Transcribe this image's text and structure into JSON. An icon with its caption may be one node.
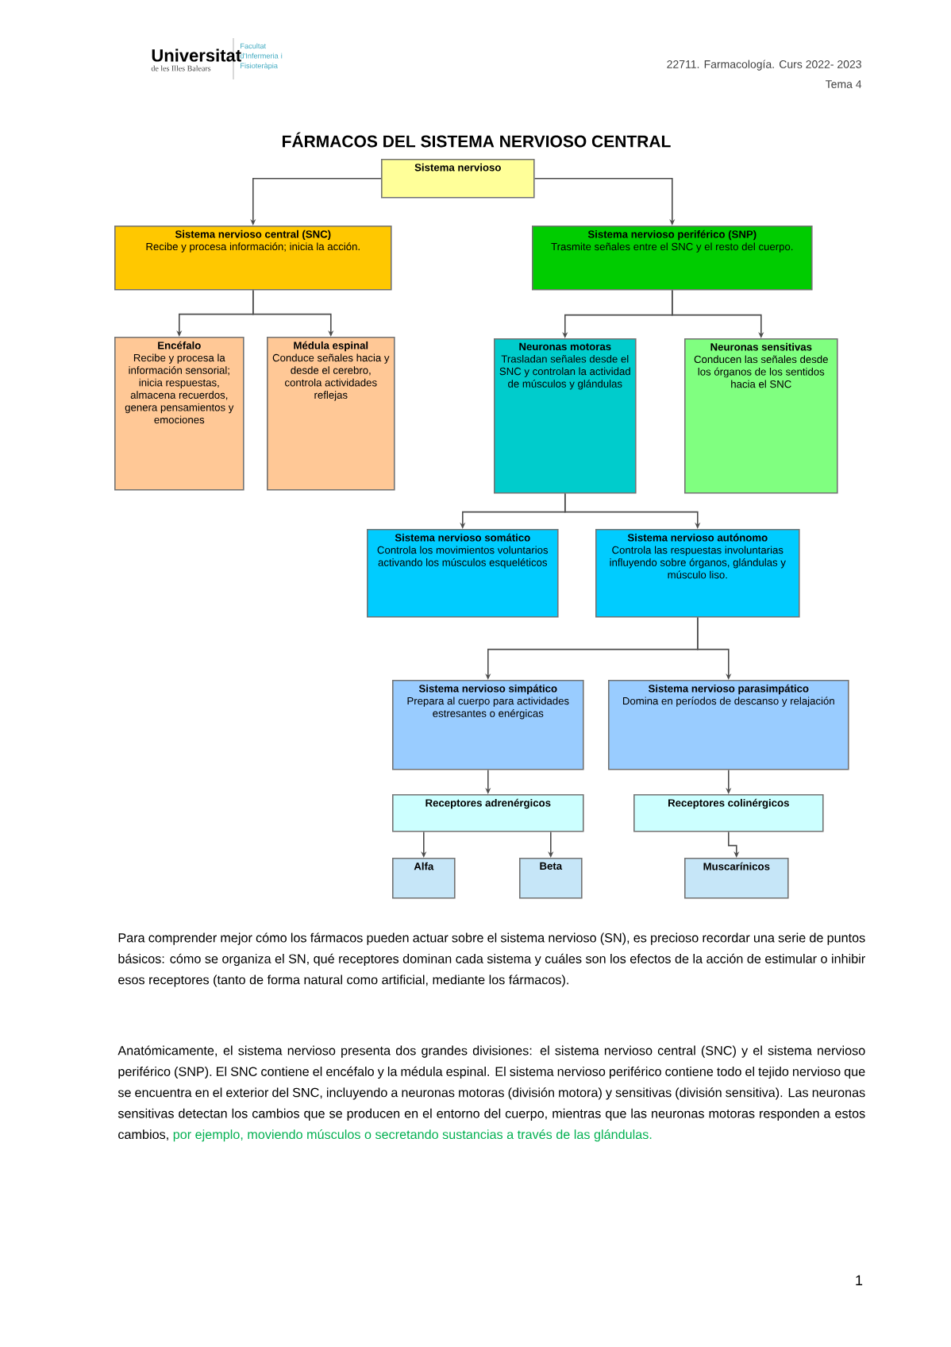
{
  "diagram": {
    "title": "FÁRMACOS DEL SISTEMA NERVIOSO CENTRAL",
    "nodes": [
      {
        "text": [
          "Sistema nervioso"
        ]
      },
      {
        "text": [
          "Sistema nervioso central (SNC)",
          "Recibe y procesa información; inicia la acción."
        ]
      },
      {
        "text": [
          "Sistema nervioso periférico (SNP)",
          "Trasmite señales entre el SNC y el resto del cuerpo."
        ]
      },
      {
        "text": [
          "Encéfalo",
          "Recibe y procesa la información sensorial; inicia respuestas, almacena recuerdos, genera pensamientos y emociones"
        ]
      },
      {
        "text": [
          "Médula espinal",
          "Conduce señales hacia y desde el cerebro, controla actividades reflejas"
        ]
      },
      {
        "text": [
          "Neuronas motoras",
          "Trasladan señales desde el SNC y controlan la actividad de músculos y glándulas"
        ]
      },
      {
        "text": [
          "Neuronas sensitivas",
          "Conducen las señales desde los órganos de los sentidos hacia el SNC"
        ]
      },
      {
        "text": [
          "Sistema nervioso somático",
          "Controla los movimientos voluntarios activando los músculos esqueléticos"
        ]
      },
      {
        "text": [
          "Sistema nervioso autónomo",
          "Controla las respuestas involuntarias influyendo sobre órganos, glándulas y músculo liso."
        ]
      },
      {
        "text": [
          "Sistema nervioso simpático",
          "Prepara al cuerpo para actividades estresantes o enérgicas"
        ]
      },
      {
        "text": [
          "Sistema nervioso parasimpático",
          "Domina en períodos de descanso y relajación"
        ]
      },
      {
        "text": [
          "Receptores adrenérgicos"
        ]
      },
      {
        "text": [
          "Receptores colinérgicos"
        ]
      },
      {
        "text": [
          "Alfa"
        ]
      },
      {
        "text": [
          "Beta"
        ]
      },
      {
        "text": [
          "Muscarínicos"
        ]
      }
    ],
    "edges": [
      {
        "from": 0,
        "to": 1,
        "arrow": "to"
      },
      {
        "from": 0,
        "to": 2,
        "arrow": "to"
      },
      {
        "from": 1,
        "to": 3,
        "arrow": "to"
      },
      {
        "from": 1,
        "to": 4,
        "arrow": "to"
      },
      {
        "from": 2,
        "to": 5,
        "arrow": "to"
      },
      {
        "from": 2,
        "to": 6,
        "arrow": "to"
      },
      {
        "from": 5,
        "to": 7,
        "arrow": "to"
      },
      {
        "from": 5,
        "to": 8,
        "arrow": "to"
      },
      {
        "from": 8,
        "to": 9,
        "arrow": "to"
      },
      {
        "from": 8,
        "to": 10,
        "arrow": "to"
      },
      {
        "from": 9,
        "to": 11,
        "arrow": "to"
      },
      {
        "from": 10,
        "to": 12,
        "arrow": "to"
      },
      {
        "from": 11,
        "to": 13,
        "arrow": "to"
      },
      {
        "from": 11,
        "to": 14,
        "arrow": "to"
      },
      {
        "from": 12,
        "to": 15,
        "arrow": "to"
      }
    ],
    "labels": [
      "Universitat",
      "de les Illes Balears",
      "Facultat d'Infermeria i Fisioteràpia",
      "22711. Farmacología. Curs 2022- 2023",
      "Tema 4",
      "Para comprender mejor cómo los fármacos pueden actuar sobre el sistema nervioso (SN), es precioso recordar una serie de puntos básicos: cómo se organiza el SN, qué receptores dominan cada sistema y cuáles son los efectos de la acción de estimular o inhibir esos receptores (tanto de forma natural como artificial, mediante los fármacos).",
      "Anatómicamente, el sistema nervioso presenta dos grandes divisiones: el sistema nervioso central (SNC) y el sistema nervioso periférico (SNP). El SNC contiene el encéfalo y la médula espinal. El sistema nervioso periférico contiene todo el tejido nervioso que se encuentra en el exterior del SNC, incluyendo a neuronas motoras (división motora) y sensitivas (división sensitiva). Las neuronas sensitivas detectan los cambios que se producen en el entorno del cuerpo, mientras que las neuronas motoras responden a estos cambios,",
      "por ejemplo, moviendo músculos o secretando sustancias a través de las glándulas.",
      "1"
    ]
  }
}
